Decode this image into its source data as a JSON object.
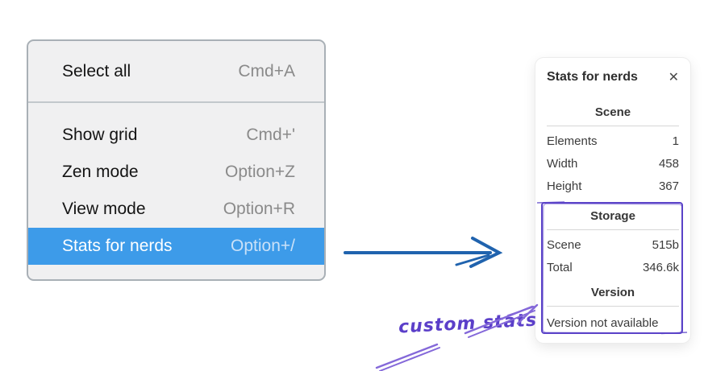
{
  "menu": {
    "items": [
      {
        "label": "Select all",
        "shortcut": "Cmd+A"
      },
      {
        "label": "Show grid",
        "shortcut": "Cmd+'"
      },
      {
        "label": "Zen mode",
        "shortcut": "Option+Z"
      },
      {
        "label": "View mode",
        "shortcut": "Option+R"
      },
      {
        "label": "Stats for nerds",
        "shortcut": "Option+/",
        "state": "highlighted"
      }
    ]
  },
  "panel": {
    "title": "Stats for nerds",
    "close_icon": "✕",
    "sections": [
      {
        "heading": "Scene",
        "rows": [
          {
            "label": "Elements",
            "value": "1"
          },
          {
            "label": "Width",
            "value": "458"
          },
          {
            "label": "Height",
            "value": "367"
          }
        ]
      },
      {
        "heading": "Storage",
        "rows": [
          {
            "label": "Scene",
            "value": "515b"
          },
          {
            "label": "Total",
            "value": "346.6k"
          }
        ]
      },
      {
        "heading": "Version",
        "note": "Version not available"
      }
    ]
  },
  "annotation": {
    "label": "custom stats"
  },
  "colors": {
    "menu_highlight": "#3d9be9",
    "menu_background": "#f0f0f1",
    "blue_arrow": "#2063ae",
    "annotation_text": "#5b3fc9",
    "annotation_arrow": "#8468d9",
    "custom_box_outline": "#5b43c8"
  }
}
